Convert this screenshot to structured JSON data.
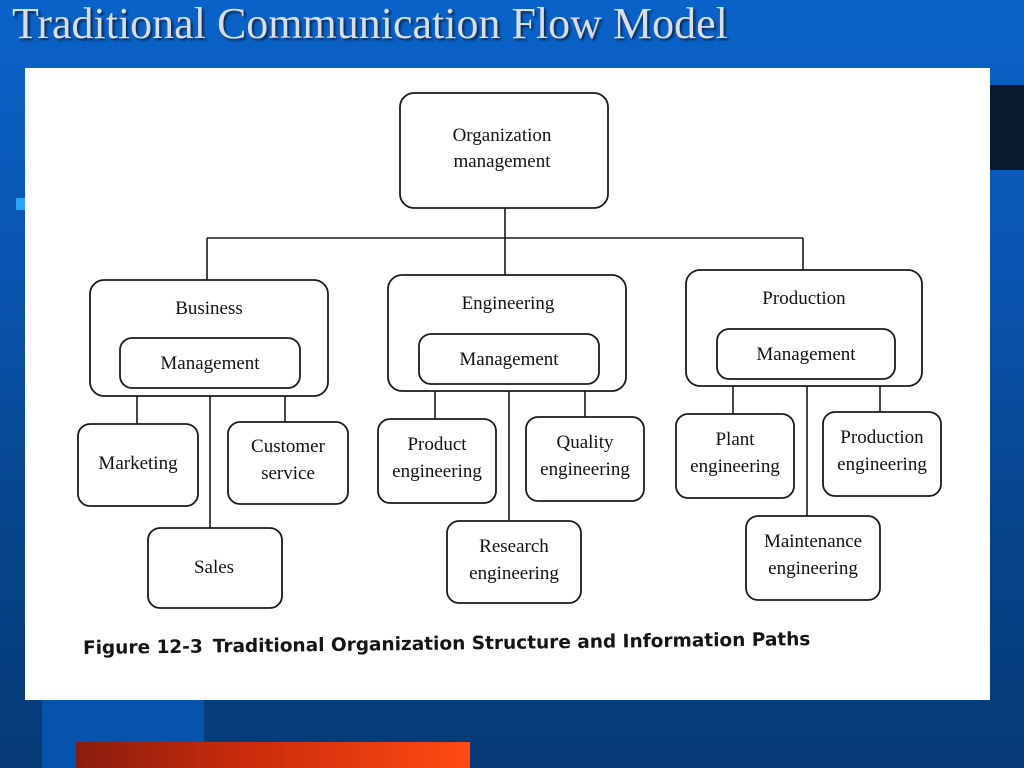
{
  "slide": {
    "title": "Traditional Communication Flow Model"
  },
  "diagram": {
    "top": {
      "line1": "Organization",
      "line2": "management"
    },
    "divisions": [
      {
        "name": "Business",
        "management": "Management",
        "units": [
          {
            "line1": "Marketing",
            "line2": ""
          },
          {
            "line1": "Customer",
            "line2": "service"
          },
          {
            "line1": "Sales",
            "line2": ""
          }
        ]
      },
      {
        "name": "Engineering",
        "management": "Management",
        "units": [
          {
            "line1": "Product",
            "line2": "engineering"
          },
          {
            "line1": "Quality",
            "line2": "engineering"
          },
          {
            "line1": "Research",
            "line2": "engineering"
          }
        ]
      },
      {
        "name": "Production",
        "management": "Management",
        "units": [
          {
            "line1": "Plant",
            "line2": "engineering"
          },
          {
            "line1": "Production",
            "line2": "engineering"
          },
          {
            "line1": "Maintenance",
            "line2": "engineering"
          }
        ]
      }
    ],
    "caption": {
      "number": "Figure 12-3",
      "text": "Traditional Organization Structure and Information Paths"
    }
  },
  "colors": {
    "background": "#0a55b2",
    "title_text": "#d8dde6",
    "accent_bar": "#ff4a12"
  }
}
